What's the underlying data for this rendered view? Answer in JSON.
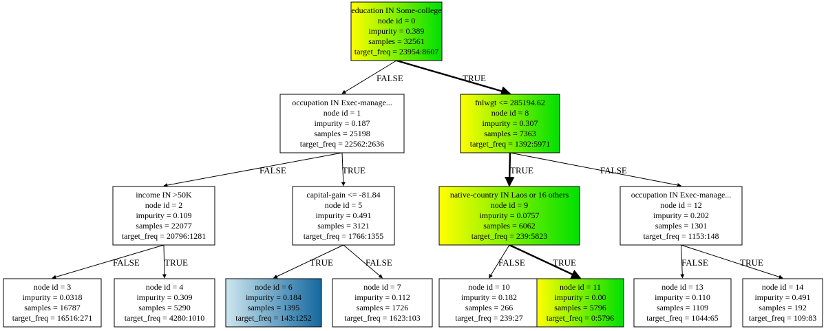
{
  "nodes": [
    {
      "id": "0",
      "lines": [
        "education IN Some-college",
        "node id  = 0",
        "impurity = 0.389",
        "samples = 32561",
        "target_freq = 23954:8607"
      ],
      "fill": "yellow-green"
    },
    {
      "id": "1",
      "lines": [
        "occupation IN Exec-manage...",
        "node id  = 1",
        "impurity = 0.187",
        "samples = 25198",
        "target_freq = 22562:2636"
      ],
      "fill": "white"
    },
    {
      "id": "8",
      "lines": [
        "fnlwgt <= 285194.62",
        "node id  = 8",
        "impurity = 0.307",
        "samples = 7363",
        "target_freq = 1392:5971"
      ],
      "fill": "yellow-green"
    },
    {
      "id": "2",
      "lines": [
        "income IN >50K",
        "node id  = 2",
        "impurity = 0.109",
        "samples = 22077",
        "target_freq = 20796:1281"
      ],
      "fill": "white"
    },
    {
      "id": "5",
      "lines": [
        "capital-gain <= -81.84",
        "node id  = 5",
        "impurity = 0.491",
        "samples = 3121",
        "target_freq = 1766:1355"
      ],
      "fill": "white"
    },
    {
      "id": "9",
      "lines": [
        "native-country IN Laos or 16 others",
        "node id  = 9",
        "impurity = 0.0757",
        "samples = 6062",
        "target_freq = 239:5823"
      ],
      "fill": "yellow-green"
    },
    {
      "id": "12",
      "lines": [
        "occupation IN Exec-manage...",
        "node id  = 12",
        "impurity = 0.202",
        "samples = 1301",
        "target_freq = 1153:148"
      ],
      "fill": "white"
    },
    {
      "id": "3",
      "lines": [
        "node id  = 3",
        "impurity = 0.0318",
        "samples = 16787",
        "target_freq = 16516:271"
      ],
      "fill": "white"
    },
    {
      "id": "4",
      "lines": [
        "node id  = 4",
        "impurity = 0.309",
        "samples = 5290",
        "target_freq = 4280:1010"
      ],
      "fill": "white"
    },
    {
      "id": "6",
      "lines": [
        "node id  = 6",
        "impurity = 0.184",
        "samples = 1395",
        "target_freq = 143:1252"
      ],
      "fill": "blue"
    },
    {
      "id": "7",
      "lines": [
        "node id  = 7",
        "impurity = 0.112",
        "samples = 1726",
        "target_freq = 1623:103"
      ],
      "fill": "white"
    },
    {
      "id": "10",
      "lines": [
        "node id  = 10",
        "impurity = 0.182",
        "samples = 266",
        "target_freq = 239:27"
      ],
      "fill": "white"
    },
    {
      "id": "11",
      "lines": [
        "node id  = 11",
        "impurity = 0.00",
        "samples = 5796",
        "target_freq = 0:5796"
      ],
      "fill": "yellow-green"
    },
    {
      "id": "13",
      "lines": [
        "node id  = 13",
        "impurity = 0.110",
        "samples = 1109",
        "target_freq = 1044:65"
      ],
      "fill": "white"
    },
    {
      "id": "14",
      "lines": [
        "node id  = 14",
        "impurity = 0.491",
        "samples = 192",
        "target_freq = 109:83"
      ],
      "fill": "white"
    }
  ],
  "edges": [
    {
      "from": "0",
      "to": "1",
      "label": "FALSE",
      "bold": false
    },
    {
      "from": "0",
      "to": "8",
      "label": "TRUE",
      "bold": true
    },
    {
      "from": "1",
      "to": "2",
      "label": "FALSE",
      "bold": false
    },
    {
      "from": "1",
      "to": "5",
      "label": "TRUE",
      "bold": false
    },
    {
      "from": "8",
      "to": "9",
      "label": "TRUE",
      "bold": true
    },
    {
      "from": "8",
      "to": "12",
      "label": "FALSE",
      "bold": false
    },
    {
      "from": "2",
      "to": "3",
      "label": "FALSE",
      "bold": false
    },
    {
      "from": "2",
      "to": "4",
      "label": "TRUE",
      "bold": false
    },
    {
      "from": "5",
      "to": "6",
      "label": "TRUE",
      "bold": false
    },
    {
      "from": "5",
      "to": "7",
      "label": "FALSE",
      "bold": false
    },
    {
      "from": "9",
      "to": "10",
      "label": "FALSE",
      "bold": false
    },
    {
      "from": "9",
      "to": "11",
      "label": "TRUE",
      "bold": true
    },
    {
      "from": "12",
      "to": "13",
      "label": "FALSE",
      "bold": false
    },
    {
      "from": "12",
      "to": "14",
      "label": "TRUE",
      "bold": false
    }
  ],
  "colors": {
    "yellow": "#ffff00",
    "green": "#00e000",
    "blue_light": "#cde6ee",
    "blue_dark": "#15689f",
    "border": "#000000"
  }
}
